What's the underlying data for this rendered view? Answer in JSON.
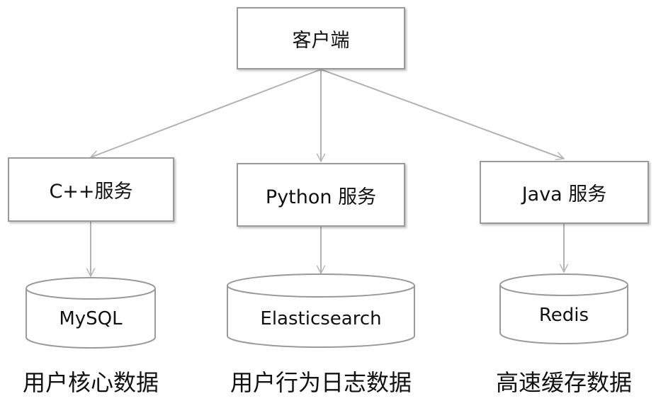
{
  "nodes": {
    "client": "客户端",
    "cpp_service": "C++服务",
    "python_service": "Python 服务",
    "java_service": "Java 服务",
    "mysql": "MySQL",
    "elasticsearch": "Elasticsearch",
    "redis": "Redis"
  },
  "captions": {
    "mysql": "用户核心数据",
    "elasticsearch": "用户行为日志数据",
    "redis": "高速缓存数据"
  },
  "colors": {
    "line": "#b3b3b3",
    "border": "#9a9a9a",
    "shadow": "#c8c8c8"
  }
}
